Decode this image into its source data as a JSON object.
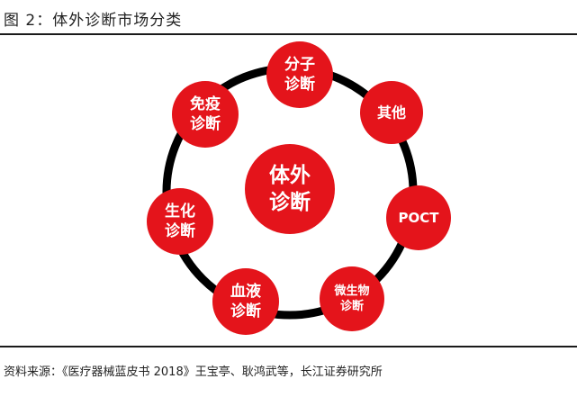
{
  "figure_title": "图 2：体外诊断市场分类",
  "center": {
    "lines": [
      "体外",
      "诊断"
    ]
  },
  "segments": [
    {
      "lines": [
        "分子",
        "诊断"
      ]
    },
    {
      "lines": [
        "其他"
      ]
    },
    {
      "lines": [
        "POCT"
      ]
    },
    {
      "lines": [
        "微生物",
        "诊断"
      ]
    },
    {
      "lines": [
        "血液",
        "诊断"
      ]
    },
    {
      "lines": [
        "生化",
        "诊断"
      ]
    },
    {
      "lines": [
        "免疫",
        "诊断"
      ]
    }
  ],
  "source": "资料来源：《医疗器械蓝皮书 2018》王宝亭、耿鸿武等，长江证券研究所",
  "colors": {
    "node": "#e4141b",
    "ring": "#000000"
  }
}
